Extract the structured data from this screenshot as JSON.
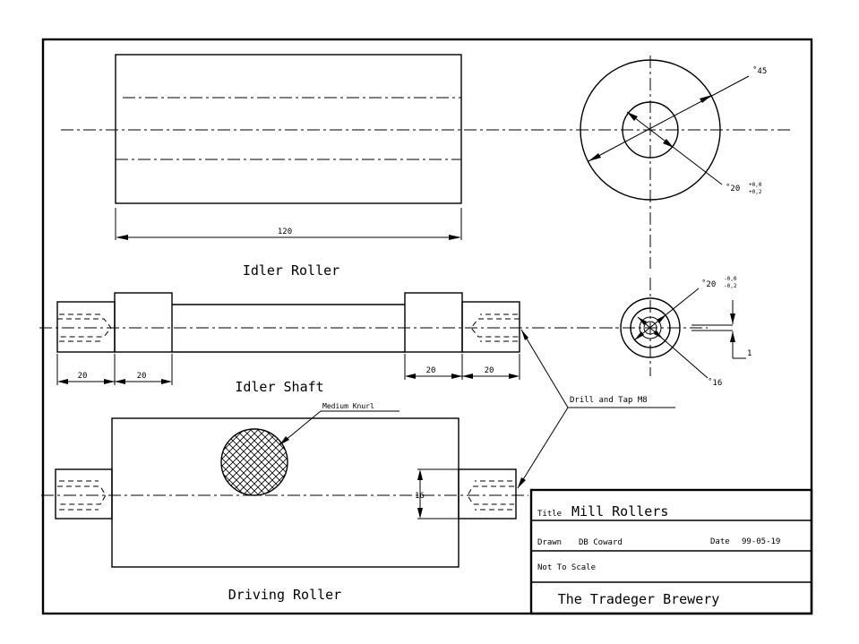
{
  "views": {
    "idler_roller": {
      "label": "Idler Roller",
      "length_dim": "120",
      "outer_dia": "˚45",
      "inner_dia": "˚20",
      "inner_tol_upper": "+0,0",
      "inner_tol_lower": "+0,2"
    },
    "idler_shaft": {
      "label": "Idler Shaft",
      "dim_a": "20",
      "dim_b": "20",
      "dim_c": "20",
      "dim_d": "20",
      "dia_20": "˚20",
      "dia_20_tol_upper": "-0,0",
      "dia_20_tol_lower": "-0,2",
      "dia_16": "˚16",
      "flat_dim": "1"
    },
    "driving_roller": {
      "label": "Driving Roller",
      "knurl_note": "Medium Knurl",
      "dia_dim": "16"
    },
    "shared_note": "Drill and Tap M8"
  },
  "title_block": {
    "title_label": "Title",
    "title_value": "Mill Rollers",
    "drawn_label": "Drawn",
    "drawn_value": "DB Coward",
    "date_label": "Date",
    "date_value": "99-05-19",
    "scale_note": "Not To Scale",
    "company": "The Tradeger Brewery"
  }
}
